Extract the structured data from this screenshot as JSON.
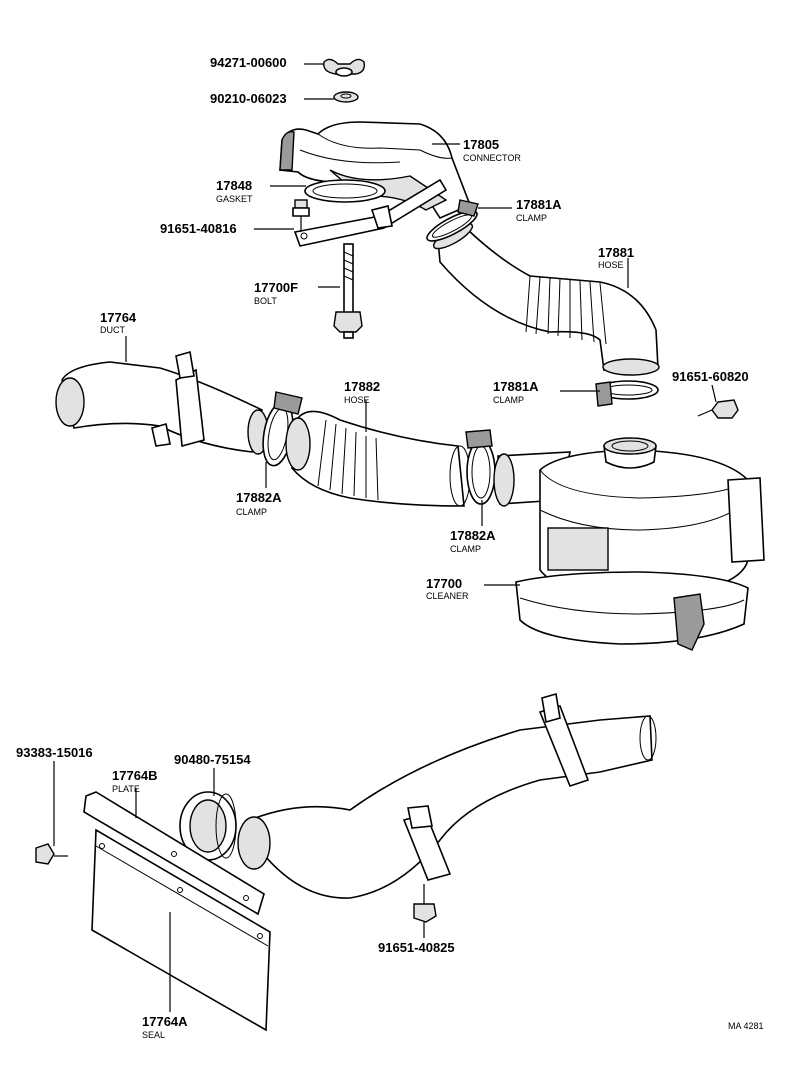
{
  "diagram": {
    "reference_code": "MA 4281",
    "labels": [
      {
        "id": "wing-nut",
        "part_number": "94271-00600",
        "name": ""
      },
      {
        "id": "washer",
        "part_number": "90210-06023",
        "name": ""
      },
      {
        "id": "connector",
        "part_number": "17805",
        "name": "CONNECTOR"
      },
      {
        "id": "gasket",
        "part_number": "17848",
        "name": "GASKET"
      },
      {
        "id": "clamp-top",
        "part_number": "17881A",
        "name": "CLAMP"
      },
      {
        "id": "bolt-top",
        "part_number": "91651-40816",
        "name": ""
      },
      {
        "id": "hose-right",
        "part_number": "17881",
        "name": "HOSE"
      },
      {
        "id": "stud-bolt",
        "part_number": "17700F",
        "name": "BOLT"
      },
      {
        "id": "duct",
        "part_number": "17764",
        "name": "DUCT"
      },
      {
        "id": "hose-middle",
        "part_number": "17882",
        "name": "HOSE"
      },
      {
        "id": "clamp-right",
        "part_number": "17881A",
        "name": "CLAMP"
      },
      {
        "id": "bolt-right",
        "part_number": "91651-60820",
        "name": ""
      },
      {
        "id": "clamp-left",
        "part_number": "17882A",
        "name": "CLAMP"
      },
      {
        "id": "clamp-center",
        "part_number": "17882A",
        "name": "CLAMP"
      },
      {
        "id": "cleaner",
        "part_number": "17700",
        "name": "CLEANER"
      },
      {
        "id": "bolt-seal",
        "part_number": "93383-15016",
        "name": ""
      },
      {
        "id": "grommet",
        "part_number": "90480-75154",
        "name": ""
      },
      {
        "id": "plate",
        "part_number": "17764B",
        "name": "PLATE"
      },
      {
        "id": "bolt-bottom",
        "part_number": "91651-40825",
        "name": ""
      },
      {
        "id": "seal",
        "part_number": "17764A",
        "name": "SEAL"
      }
    ]
  }
}
